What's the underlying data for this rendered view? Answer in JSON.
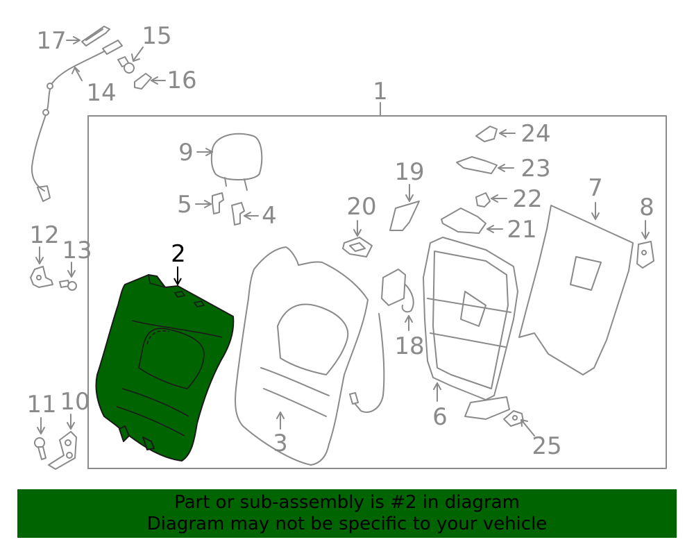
{
  "diagram": {
    "highlight_color": "#006400",
    "highlighted_part": "2",
    "callouts": {
      "p1": "1",
      "p2": "2",
      "p3": "3",
      "p4": "4",
      "p5": "5",
      "p6": "6",
      "p7": "7",
      "p8": "8",
      "p9": "9",
      "p10": "10",
      "p11": "11",
      "p12": "12",
      "p13": "13",
      "p14": "14",
      "p15": "15",
      "p16": "16",
      "p17": "17",
      "p18": "18",
      "p19": "19",
      "p20": "20",
      "p21": "21",
      "p22": "22",
      "p23": "23",
      "p24": "24",
      "p25": "25"
    }
  },
  "banner": {
    "background": "#006400",
    "line1": "Part or sub-assembly is #2 in diagram",
    "line2": "Diagram may not be specific to your vehicle"
  }
}
